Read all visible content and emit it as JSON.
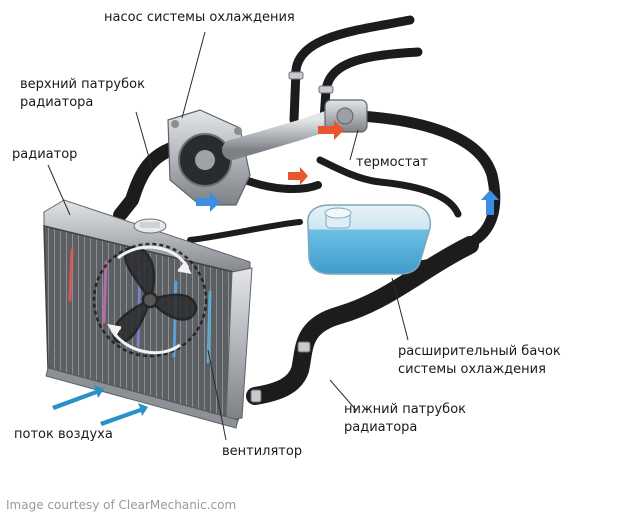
{
  "labels": {
    "pump": "насос системы охлаждения",
    "upper_hose_line1": "верхний патрубок",
    "upper_hose_line2": "радиатора",
    "radiator": "радиатор",
    "thermostat": "термостат",
    "expansion_tank_line1": "расширительный бачок",
    "expansion_tank_line2": "системы охлаждения",
    "lower_hose_line1": "нижний патрубок",
    "lower_hose_line2": "радиатора",
    "airflow": "поток воздуха",
    "fan": "вентилятор"
  },
  "credit": "Image courtesy of ClearMechanic.com",
  "colors": {
    "hose": "#1c1c1c",
    "radiator_core": "#6a6a6a",
    "coolant": "#5fb6dc",
    "hot_flow": "#e8562e",
    "cold_flow": "#3d8ee0",
    "airflow": "#2a90c8",
    "metal": "#b9bcc0"
  },
  "icons": [
    "airflow-arrow-icon",
    "hot-flow-arrow-icon",
    "cold-flow-arrow-icon"
  ]
}
